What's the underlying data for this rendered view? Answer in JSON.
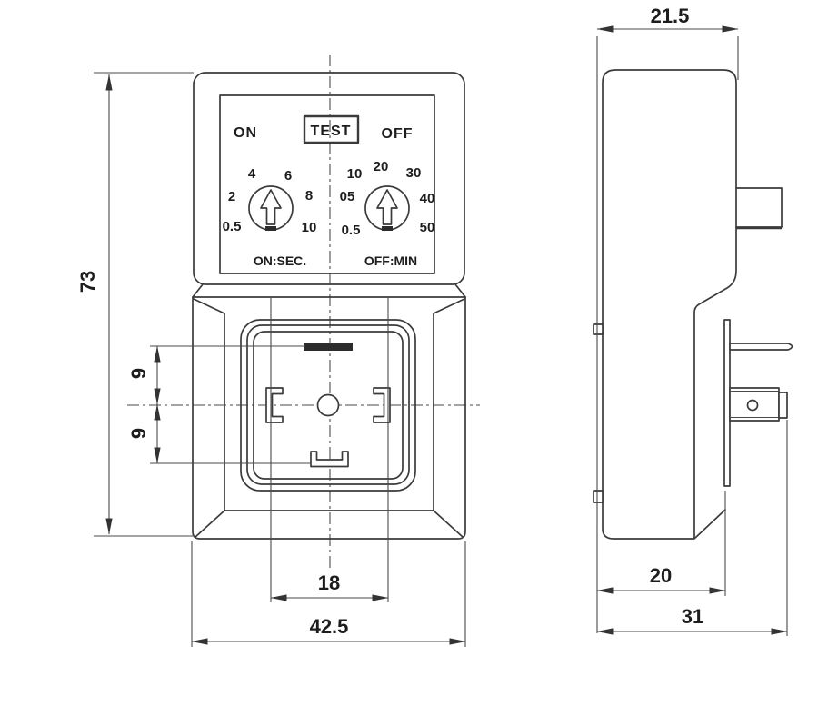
{
  "meta": {
    "drawing_type": "technical dimension drawing of plug-in timer socket",
    "colors": {
      "line": "#3b3b3b",
      "text": "#1d1d1d",
      "background": "#ffffff"
    }
  },
  "front_view": {
    "panel": {
      "on_label": "ON",
      "test_label": "TEST",
      "off_label": "OFF",
      "on_scale": [
        "0.5",
        "2",
        "4",
        "6",
        "8",
        "10"
      ],
      "off_scale": [
        "0.5",
        "05",
        "10",
        "20",
        "30",
        "40",
        "50"
      ],
      "on_unit": "ON:SEC.",
      "off_unit": "OFF:MIN"
    },
    "dims": {
      "height": "73",
      "pitch_top": "9",
      "pitch_bottom": "9",
      "slot_span": "18",
      "width": "42.5"
    }
  },
  "side_view": {
    "dims": {
      "head_depth": "21.5",
      "body_depth": "20",
      "total_depth": "31"
    }
  }
}
